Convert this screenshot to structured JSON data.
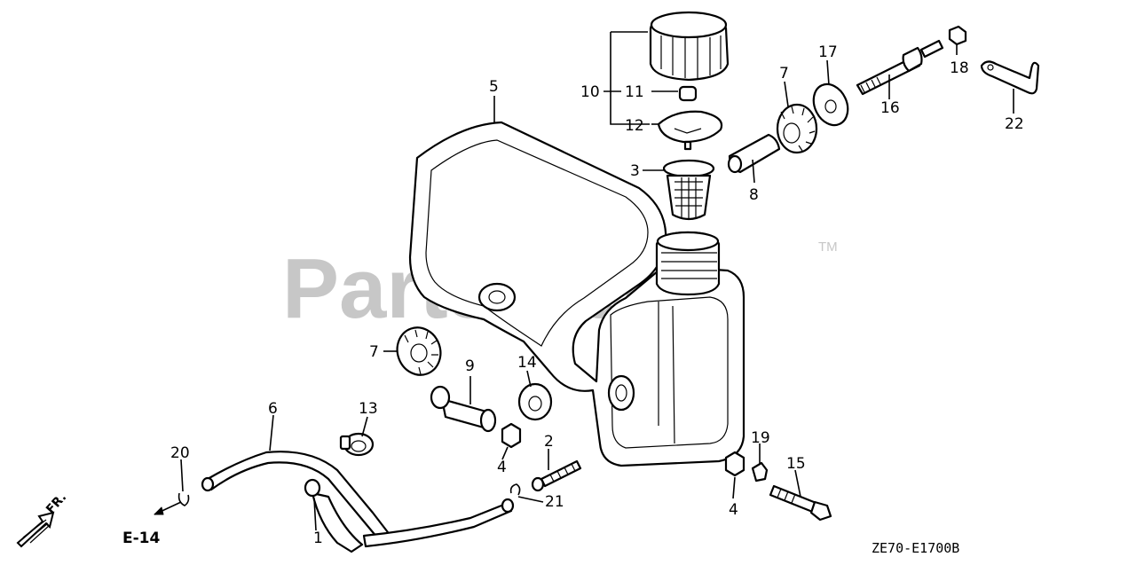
{
  "watermark": {
    "text": "PartsTree",
    "trademark": "TM"
  },
  "diagram_code": "ZE70-E1700B",
  "reference": {
    "label": "E-14",
    "direction": "FR."
  },
  "callouts": {
    "c1": "1",
    "c2": "2",
    "c3": "3",
    "c4a": "4",
    "c4b": "4",
    "c5": "5",
    "c6": "6",
    "c7a": "7",
    "c7b": "7",
    "c8": "8",
    "c9": "9",
    "c10": "10",
    "c11": "11",
    "c12": "12",
    "c13": "13",
    "c14": "14",
    "c15": "15",
    "c16": "16",
    "c17": "17",
    "c18": "18",
    "c19": "19",
    "c20": "20",
    "c21": "21",
    "c22": "22"
  }
}
